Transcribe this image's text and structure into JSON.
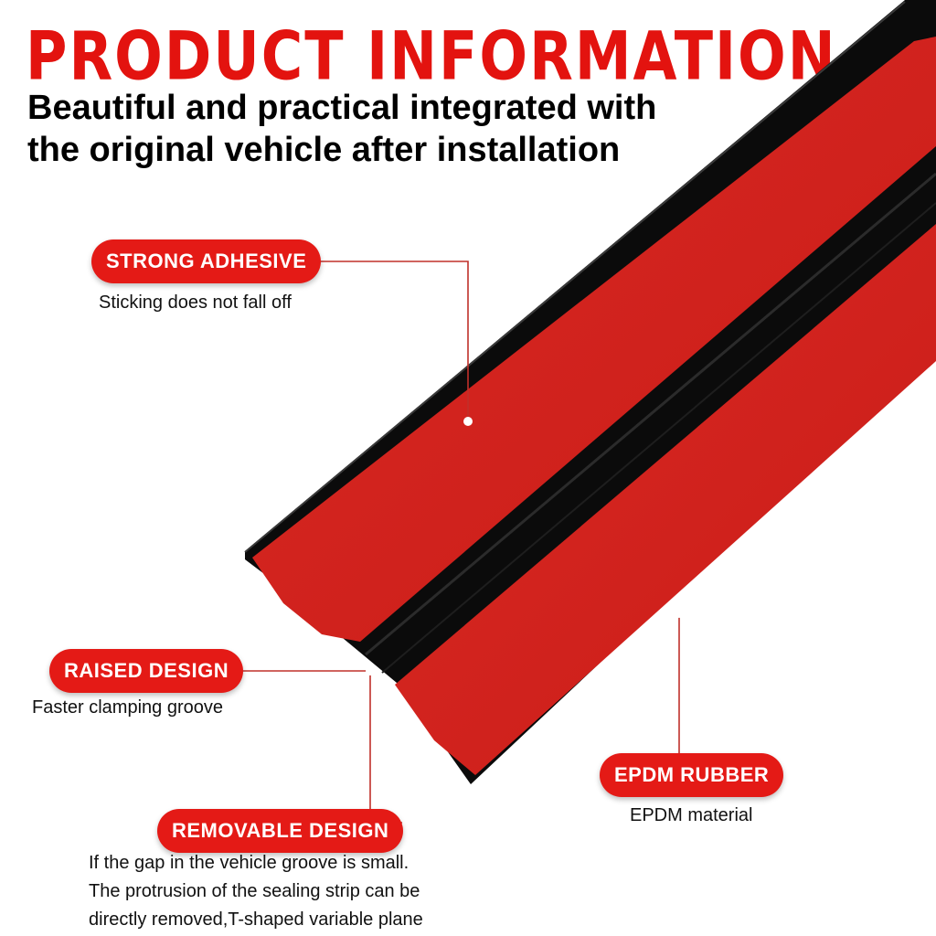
{
  "header": {
    "title": "PRODUCT INFORMATION",
    "subtitle_lines": [
      "Beautiful and practical integrated with",
      "the original vehicle after installation"
    ]
  },
  "callouts": {
    "strong_adhesive": {
      "label": "STRONG ADHESIVE",
      "desc": "Sticking does not fall off"
    },
    "raised_design": {
      "label": "RAISED DESIGN",
      "desc": "Faster clamping groove"
    },
    "epdm_rubber": {
      "label": "EPDM RUBBER",
      "desc": "EPDM material"
    },
    "removable_design": {
      "label": "REMOVABLE DESIGN",
      "desc_lines": [
        "If the gap in the vehicle groove is small.",
        "The protrusion of the sealing strip can be",
        "directly removed,T-shaped variable plane"
      ]
    }
  },
  "colors": {
    "accent_red": "#e3130f",
    "badge_red": "#e41a16",
    "tape_red": "#d6201c",
    "rubber_black": "#0b0b0b",
    "leader_line": "#c0302a"
  }
}
